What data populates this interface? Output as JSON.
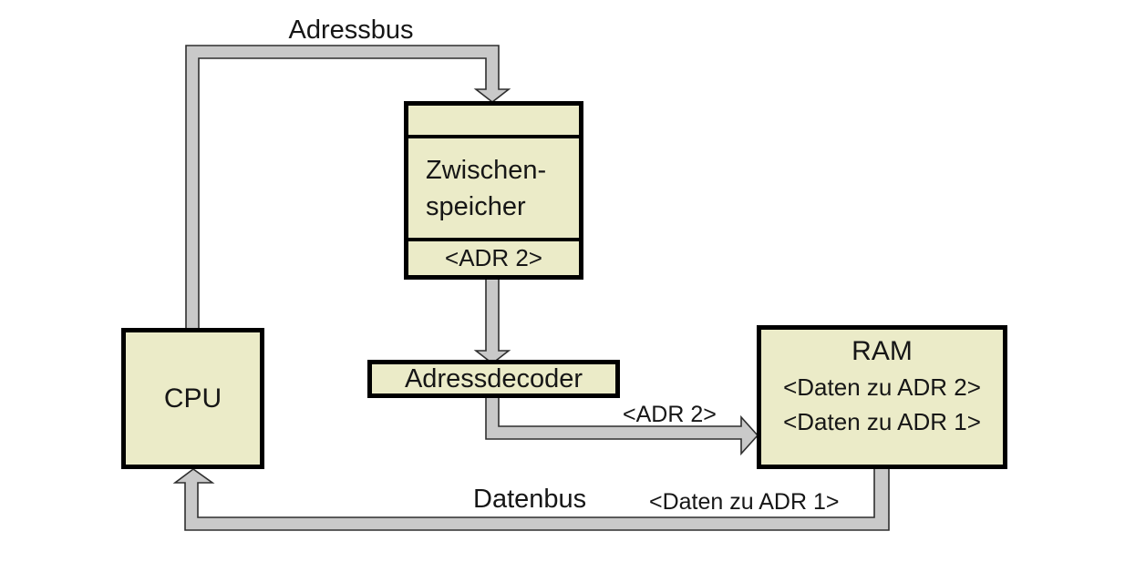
{
  "diagram": {
    "colors": {
      "background": "#ffffff",
      "node_fill": "#ebebc8",
      "node_border": "#000000",
      "bus_fill": "#c9c9c9",
      "bus_outline": "#2f2f2f",
      "text": "#161616"
    },
    "nodes": {
      "cpu": {
        "label": "CPU"
      },
      "zwischenspeicher": {
        "label_line1": "Zwischen-",
        "label_line2": "speicher",
        "address_slot": "<ADR 2>"
      },
      "adressdecoder": {
        "label": "Adressdecoder"
      },
      "ram": {
        "label": "RAM",
        "rows": [
          "<Daten zu ADR 2>",
          "<Daten zu ADR 1>"
        ]
      }
    },
    "bus_labels": {
      "adressbus": "Adressbus",
      "datenbus": "Datenbus",
      "adr2_on_bus": "<ADR 2>",
      "daten_zu_adr1_on_bus": "<Daten zu ADR 1>"
    }
  }
}
